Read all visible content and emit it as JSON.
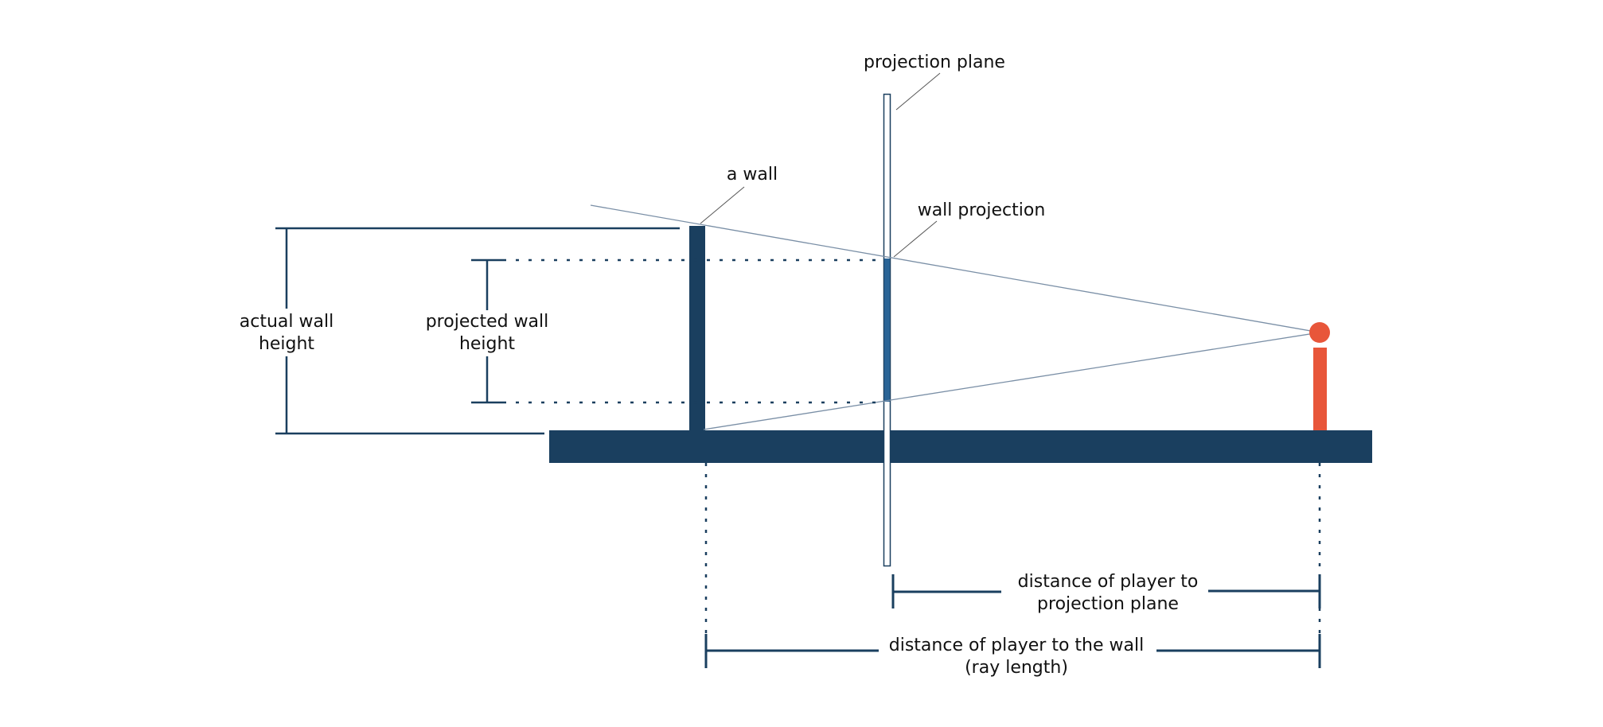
{
  "labels": {
    "projection_plane": "projection plane",
    "a_wall": "a wall",
    "wall_projection": "wall projection",
    "actual_wall_height": [
      "actual wall",
      "height"
    ],
    "projected_wall_height": [
      "projected wall",
      "height"
    ],
    "distance_to_plane": [
      "distance of player to",
      "projection plane"
    ],
    "distance_to_wall": [
      "distance of player to the wall",
      "(ray length)"
    ]
  },
  "colors": {
    "dark_navy": "#1a3f5f",
    "wall_projection_blue": "#2a6496",
    "player_orange": "#e8563a",
    "ray_line": "#7a8fa6"
  },
  "icons": {
    "player": "player-figure-icon"
  }
}
